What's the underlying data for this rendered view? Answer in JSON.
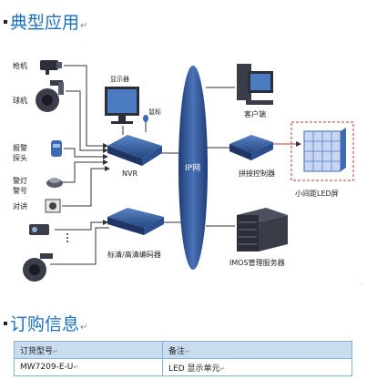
{
  "sections": {
    "typical_application": "典型应用",
    "ordering_info": "订购信息"
  },
  "para_mark": "↵",
  "diagram": {
    "labels": {
      "bullet_camera": "枪机",
      "dome_camera": "球机",
      "alarm_probe_line1": "报警",
      "alarm_probe_line2": "探头",
      "alarm_light_line1": "警灯",
      "alarm_light_line2": "警号",
      "intercom": "对讲",
      "monitor": "显示器",
      "mouse": "鼠标",
      "nvr": "NVR",
      "ip_network": "IP网",
      "client": "客户端",
      "splicing_controller": "拼接控制器",
      "led_screen": "小间距LED屏",
      "encoder_decoder": "标清/高清编码器",
      "imos_server": "IMOS管理服务器"
    },
    "colors": {
      "network_blue": "#2b4f8f",
      "device_dark": "#2c2f3a",
      "device_blue": "#3d6ab0",
      "line": "#333333"
    }
  },
  "order_table": {
    "headers": [
      "订货型号",
      "备注"
    ],
    "rows": [
      [
        "MW7209-E-U",
        "LED 显示单元"
      ]
    ]
  }
}
